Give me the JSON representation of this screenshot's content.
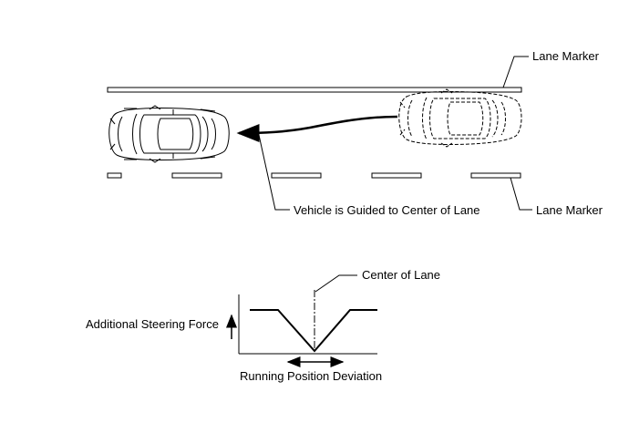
{
  "labels": {
    "lane_marker_top": "Lane Marker",
    "lane_marker_bottom": "Lane Marker",
    "vehicle_guided": "Vehicle is Guided to Center of Lane",
    "center_of_lane": "Center of Lane",
    "additional_steering_force": "Additional Steering Force",
    "running_position_deviation": "Running Position Deviation"
  },
  "colors": {
    "line": "#000000",
    "background": "#ffffff"
  }
}
